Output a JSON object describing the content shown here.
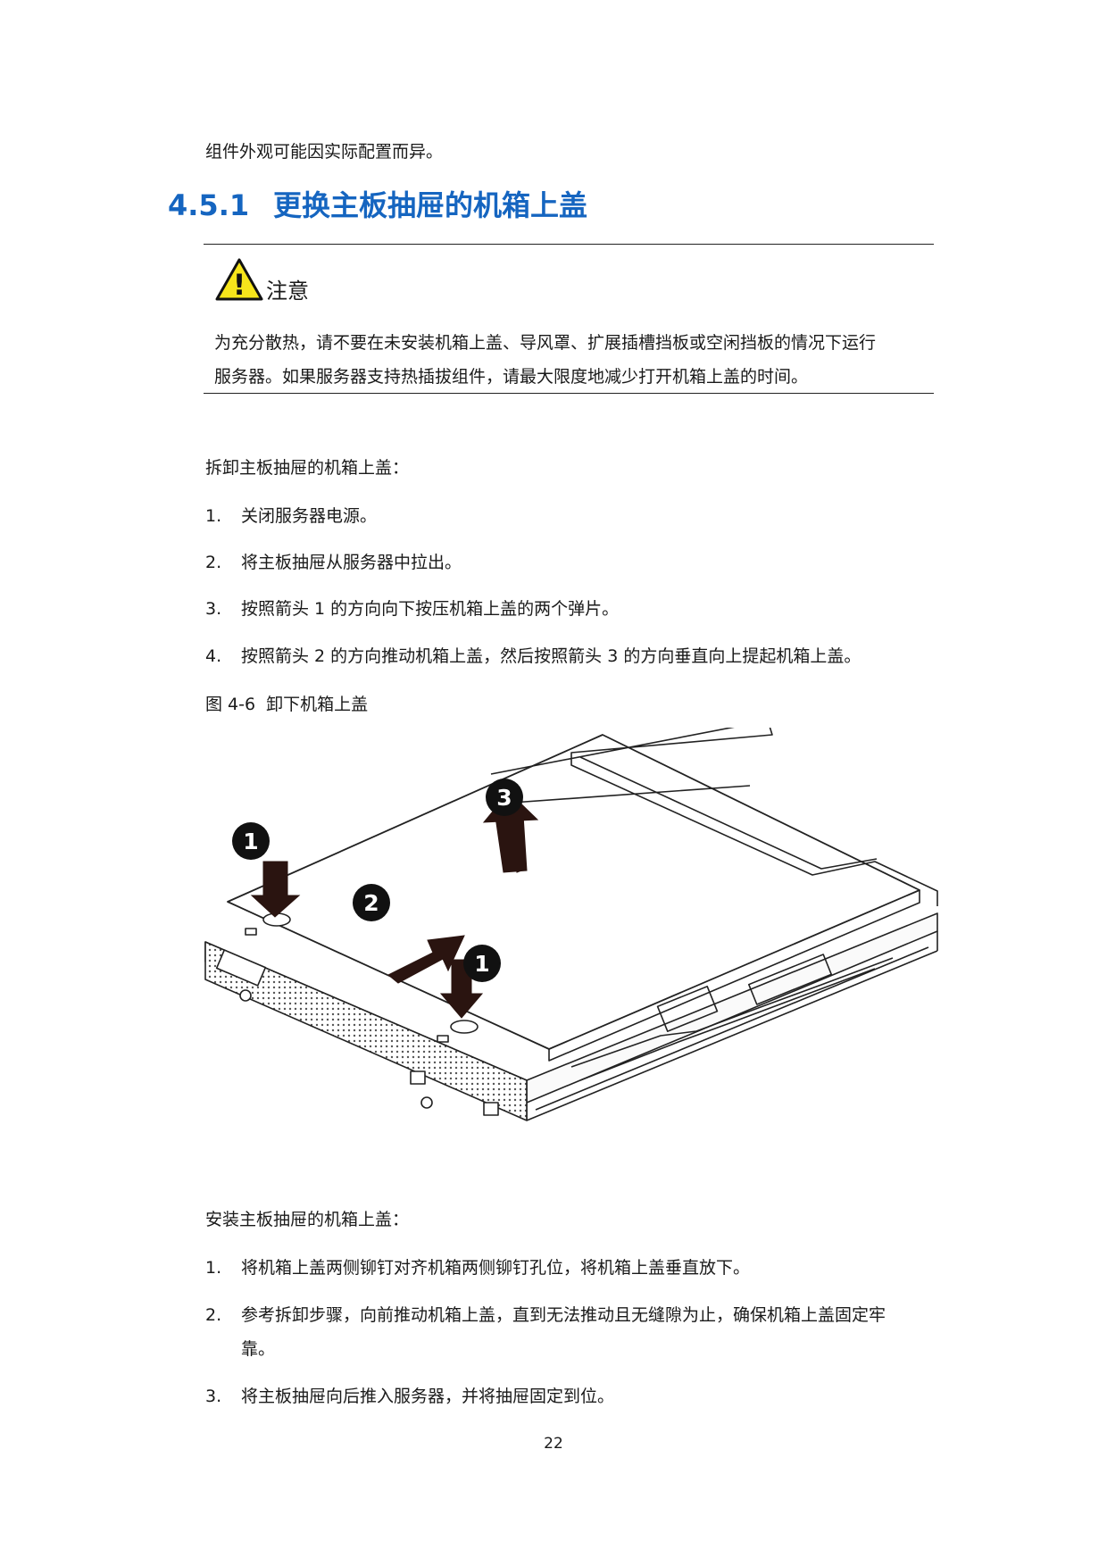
{
  "intro_line": "组件外观可能因实际配置而异。",
  "section": {
    "number": "4.5.1",
    "title": "更换主板抽屉的机箱上盖"
  },
  "notice": {
    "icon": "warning-triangle-icon",
    "icon_symbol": "!",
    "title": "注意",
    "lines": [
      "为充分散热，请不要在未安装机箱上盖、导风罩、扩展插槽挡板或空闲挡板的情况下运行",
      "服务器。如果服务器支持热插拔组件，请最大限度地减少打开机箱上盖的时间。"
    ]
  },
  "removal": {
    "heading": "拆卸主板抽屉的机箱上盖：",
    "steps": [
      {
        "n": "1.",
        "text": "关闭服务器电源。"
      },
      {
        "n": "2.",
        "text": "将主板抽屉从服务器中拉出。"
      },
      {
        "n": "3.",
        "text": "按照箭头 1 的方向向下按压机箱上盖的两个弹片。"
      },
      {
        "n": "4.",
        "text": "按照箭头 2 的方向推动机箱上盖，然后按照箭头 3 的方向垂直向上提起机箱上盖。"
      }
    ]
  },
  "figure": {
    "label": "图 4-6",
    "caption": "卸下机箱上盖",
    "callouts": [
      "1",
      "1",
      "2",
      "3"
    ]
  },
  "install": {
    "heading": "安装主板抽屉的机箱上盖：",
    "steps": [
      {
        "n": "1.",
        "text": "将机箱上盖两侧铆钉对齐机箱两侧铆钉孔位，将机箱上盖垂直放下。"
      },
      {
        "n": "2.",
        "text": "参考拆卸步骤，向前推动机箱上盖，直到无法推动且无缝隙为止，确保机箱上盖固定牢",
        "cont": "靠。"
      },
      {
        "n": "3.",
        "text": "将主板抽屉向后推入服务器，并将抽屉固定到位。"
      }
    ]
  },
  "page_number": "22"
}
